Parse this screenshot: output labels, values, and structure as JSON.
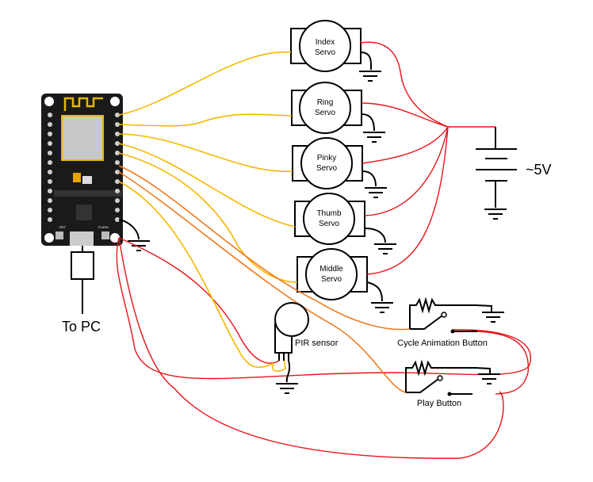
{
  "servos": [
    {
      "line1": "Index",
      "line2": "Servo"
    },
    {
      "line1": "Ring",
      "line2": "Servo"
    },
    {
      "line1": "Pinky",
      "line2": "Servo"
    },
    {
      "line1": "Thumb",
      "line2": "Servo"
    },
    {
      "line1": "Middle",
      "line2": "Servo"
    }
  ],
  "battery": {
    "label": "~5V"
  },
  "usb": {
    "label": "To PC"
  },
  "pir": {
    "label": "PIR sensor"
  },
  "buttons": [
    {
      "label": "Cycle Animation Button"
    },
    {
      "label": "Play Button"
    }
  ],
  "board": {
    "reset_label": "RST",
    "flash_label": "FLASH"
  },
  "colors": {
    "signal": "#f5b800",
    "button_signal": "#f07a1e",
    "power": "#e8141a",
    "ground": "#000000",
    "board": "#1a1a1a"
  }
}
